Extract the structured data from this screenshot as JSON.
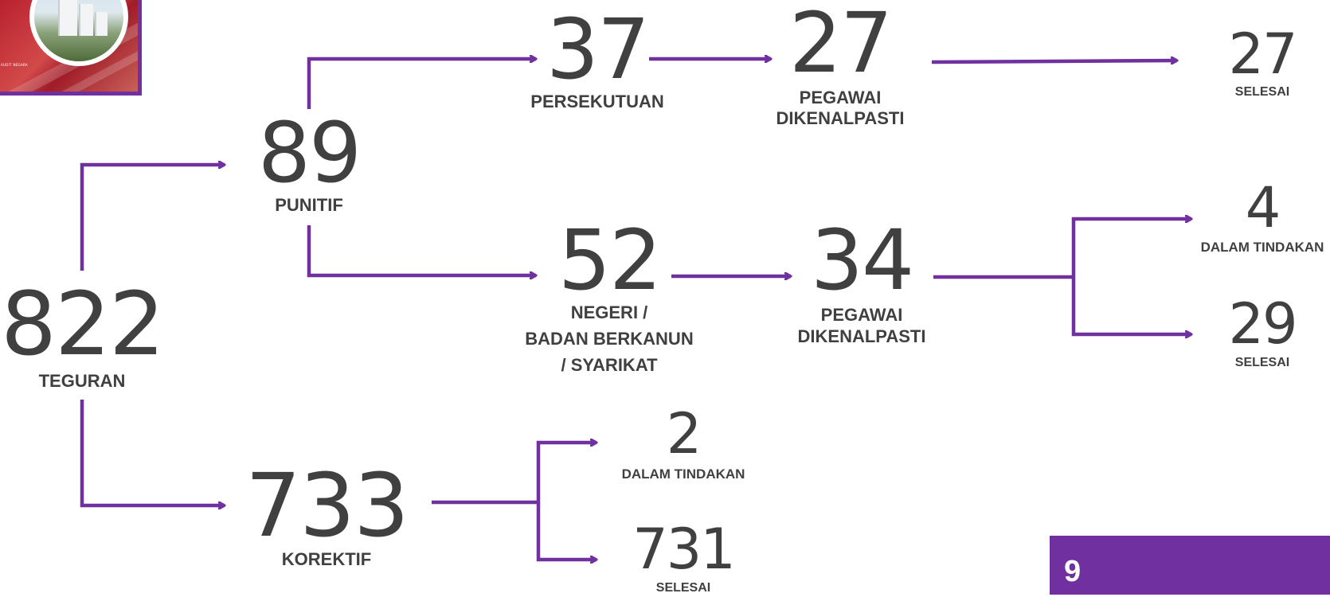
{
  "colors": {
    "arrow": "#7030a0",
    "text": "#404040",
    "footer": "#7030a0"
  },
  "nodes": {
    "teguran": {
      "value": "822",
      "label": "TEGURAN"
    },
    "punitif": {
      "value": "89",
      "label": "PUNITIF"
    },
    "korektif": {
      "value": "733",
      "label": "KOREKTIF"
    },
    "persekutuan": {
      "value": "37",
      "label": "PERSEKUTUAN"
    },
    "negeri": {
      "value": "52",
      "label_lines": [
        "NEGERI /",
        "BADAN BERKANUN",
        "/ SYARIKAT"
      ]
    },
    "persekutuan_pegawai": {
      "value": "27",
      "label_lines": [
        "PEGAWAI",
        "DIKENALPASTI"
      ]
    },
    "negeri_pegawai": {
      "value": "34",
      "label_lines": [
        "PEGAWAI",
        "DIKENALPASTI"
      ]
    },
    "persekutuan_selesai": {
      "value": "27",
      "label": "SELESAI"
    },
    "negeri_dalam_tindakan": {
      "value": "4",
      "label": "DALAM TINDAKAN"
    },
    "negeri_selesai": {
      "value": "29",
      "label": "SELESAI"
    },
    "korektif_dalam_tindakan": {
      "value": "2",
      "label": "DALAM TINDAKAN"
    },
    "korektif_selesai": {
      "value": "731",
      "label": "SELESAI"
    }
  },
  "thumbnail": {
    "caption": "AUDIT NEGARA"
  },
  "footer": {
    "page_number": "9"
  }
}
